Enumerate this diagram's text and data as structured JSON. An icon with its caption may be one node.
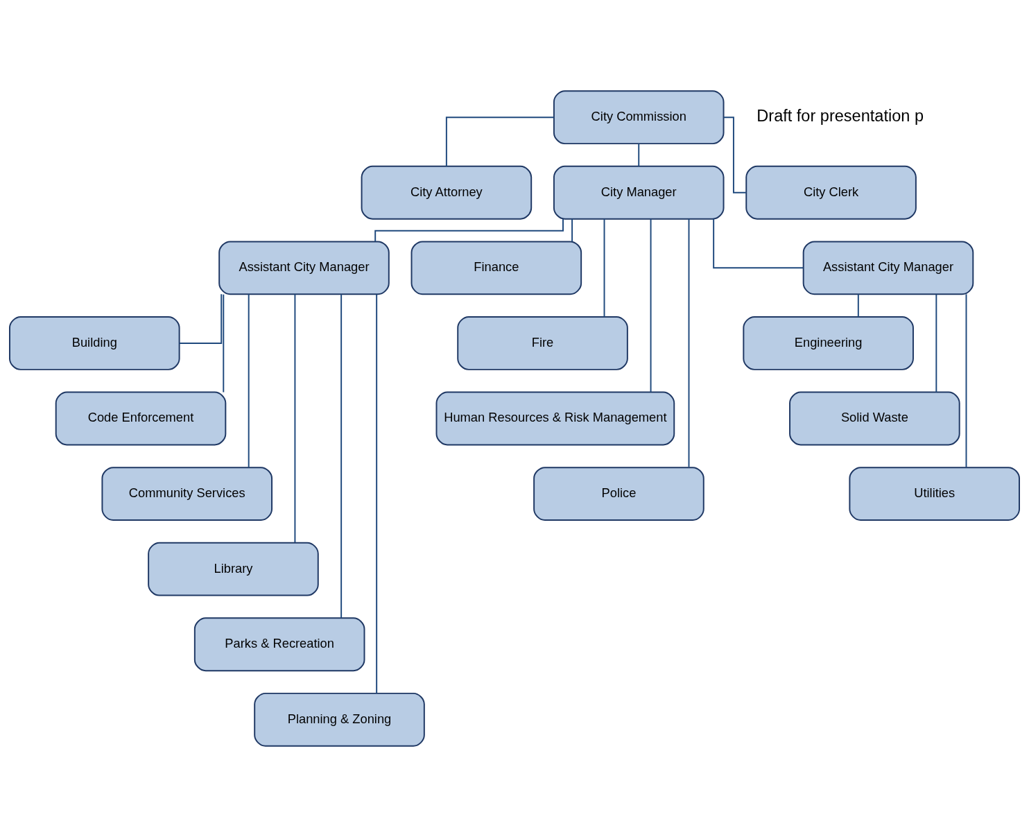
{
  "diagram": {
    "nodes": [
      {
        "text": [
          "City Commission"
        ]
      },
      {
        "text": [
          "City Attorney"
        ]
      },
      {
        "text": [
          "City Manager"
        ]
      },
      {
        "text": [
          "City Clerk"
        ]
      },
      {
        "text": [
          "Assistant City Manager"
        ]
      },
      {
        "text": [
          "Finance"
        ]
      },
      {
        "text": [
          "Fire"
        ]
      },
      {
        "text": [
          "Human Resources & Risk Management"
        ]
      },
      {
        "text": [
          "Police"
        ]
      },
      {
        "text": [
          "Assistant City Manager"
        ]
      },
      {
        "text": [
          "Building"
        ]
      },
      {
        "text": [
          "Code Enforcement"
        ]
      },
      {
        "text": [
          "Community Services"
        ]
      },
      {
        "text": [
          "Library"
        ]
      },
      {
        "text": [
          "Parks & Recreation"
        ]
      },
      {
        "text": [
          "Planning & Zoning"
        ]
      },
      {
        "text": [
          "Engineering"
        ]
      },
      {
        "text": [
          "Solid Waste"
        ]
      },
      {
        "text": [
          "Utilities"
        ]
      }
    ],
    "edges": [
      {
        "from": 0,
        "to": 1,
        "arrow": "none"
      },
      {
        "from": 0,
        "to": 2,
        "arrow": "none"
      },
      {
        "from": 0,
        "to": 3,
        "arrow": "none"
      },
      {
        "from": 2,
        "to": 4,
        "arrow": "none"
      },
      {
        "from": 2,
        "to": 5,
        "arrow": "none"
      },
      {
        "from": 2,
        "to": 6,
        "arrow": "none"
      },
      {
        "from": 2,
        "to": 7,
        "arrow": "none"
      },
      {
        "from": 2,
        "to": 8,
        "arrow": "none"
      },
      {
        "from": 2,
        "to": 9,
        "arrow": "none"
      },
      {
        "from": 4,
        "to": 10,
        "arrow": "none"
      },
      {
        "from": 4,
        "to": 11,
        "arrow": "none"
      },
      {
        "from": 4,
        "to": 12,
        "arrow": "none"
      },
      {
        "from": 4,
        "to": 13,
        "arrow": "none"
      },
      {
        "from": 4,
        "to": 14,
        "arrow": "none"
      },
      {
        "from": 4,
        "to": 15,
        "arrow": "none"
      },
      {
        "from": 9,
        "to": 16,
        "arrow": "none"
      },
      {
        "from": 9,
        "to": 17,
        "arrow": "none"
      },
      {
        "from": 9,
        "to": 18,
        "arrow": "none"
      }
    ],
    "labels": [
      "Draft for presentation p"
    ]
  }
}
